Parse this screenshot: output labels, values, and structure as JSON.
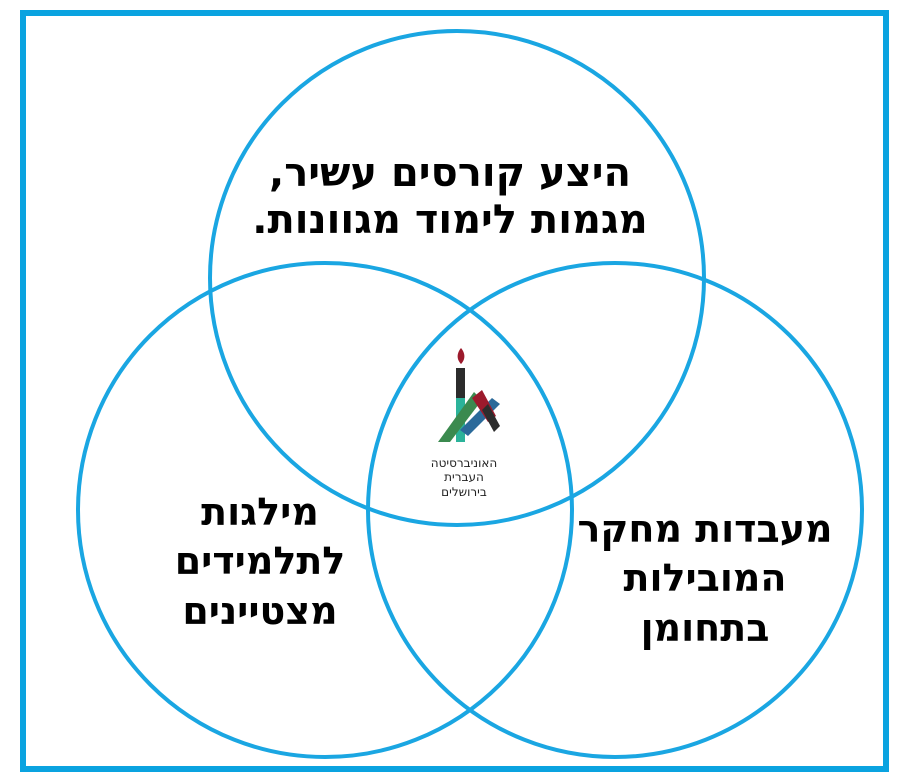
{
  "diagram": {
    "circles": [
      {
        "id": "top",
        "text_lines": [
          "היצע קורסים עשיר,",
          "מגמות לימוד מגוונות."
        ]
      },
      {
        "id": "left",
        "text_lines": [
          "מילגות",
          "לתלמידים",
          "מצטיינים"
        ]
      },
      {
        "id": "right",
        "text_lines": [
          "מעבדות מחקר",
          "המובילות",
          "בתחומן"
        ]
      }
    ],
    "center_logo": {
      "icon": "hebrew-university-logo-icon",
      "text_lines": [
        "האוניברסיטה",
        "העברית",
        "בירושלים"
      ]
    }
  },
  "colors": {
    "frame": "#0aa3e0",
    "circle_stroke": "#1aa6e2",
    "logo_dark": "#2c2c2c",
    "logo_teal": "#2bb39a",
    "logo_green": "#3b8a4f",
    "logo_red": "#9c1a2c",
    "logo_blue": "#2b6a9a"
  }
}
